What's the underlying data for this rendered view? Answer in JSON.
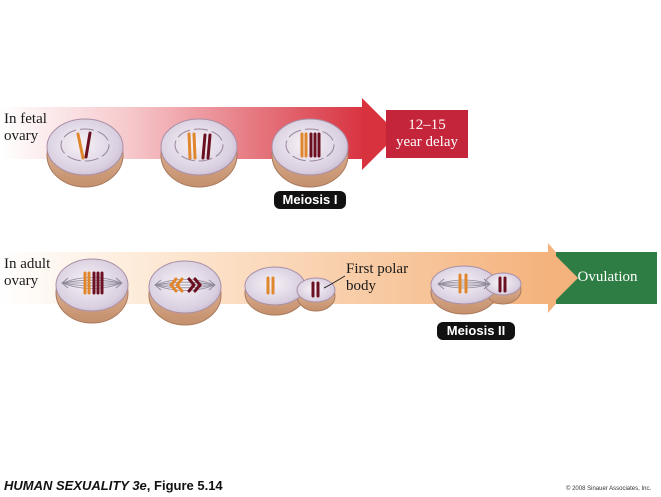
{
  "rows": {
    "fetal": {
      "label": "In fetal\novary",
      "arrow_end_text": "12–15\nyear delay",
      "stage_badge": "Meiosis I"
    },
    "adult": {
      "label": "In adult\novary",
      "polar_body_label": "First polar\nbody",
      "arrow_end_text": "Ovulation",
      "stage_badge": "Meiosis II"
    }
  },
  "caption": {
    "book": "HUMAN SEXUALITY 3e",
    "figure": ", Figure 5.14"
  },
  "copyright": "© 2008 Sinauer Associates, Inc.",
  "colors": {
    "fetal_arrow_end": "#c4253a",
    "adult_arrow_end": "#2e7d44",
    "adult_arrow_body": "#f6c79d",
    "cell_body": "#dcb49a",
    "chromosome_orange": "#e0872e",
    "chromosome_maroon": "#6b1020"
  }
}
